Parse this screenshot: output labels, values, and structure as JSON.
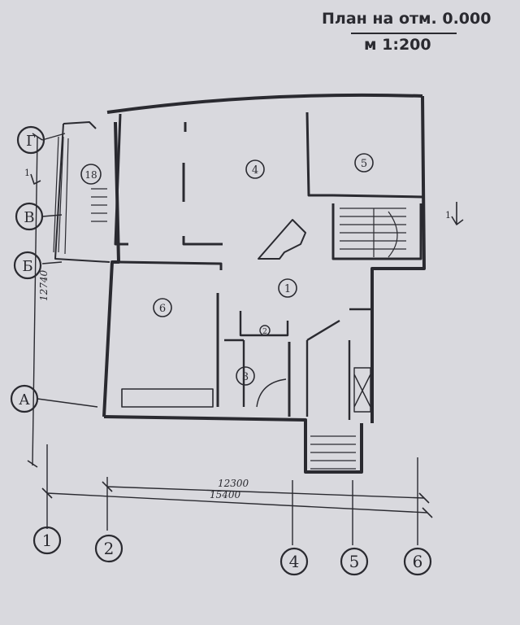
{
  "title": {
    "line1": "План на отм. 0.000",
    "line2": "м 1:200"
  },
  "rooms": [
    "1",
    "2",
    "3",
    "4",
    "5",
    "6",
    "18"
  ],
  "axes": {
    "columns": [
      "1",
      "2",
      "4",
      "5",
      "6"
    ],
    "rows": [
      "Г",
      "В",
      "Б",
      "А"
    ]
  },
  "dimensions": {
    "total_width": "15400",
    "width_2_6": "12300",
    "depth": "12740"
  },
  "section_marks": [
    "1",
    "1"
  ],
  "colors": {
    "paper": "#d9d9de",
    "ink": "#2a2a30"
  }
}
